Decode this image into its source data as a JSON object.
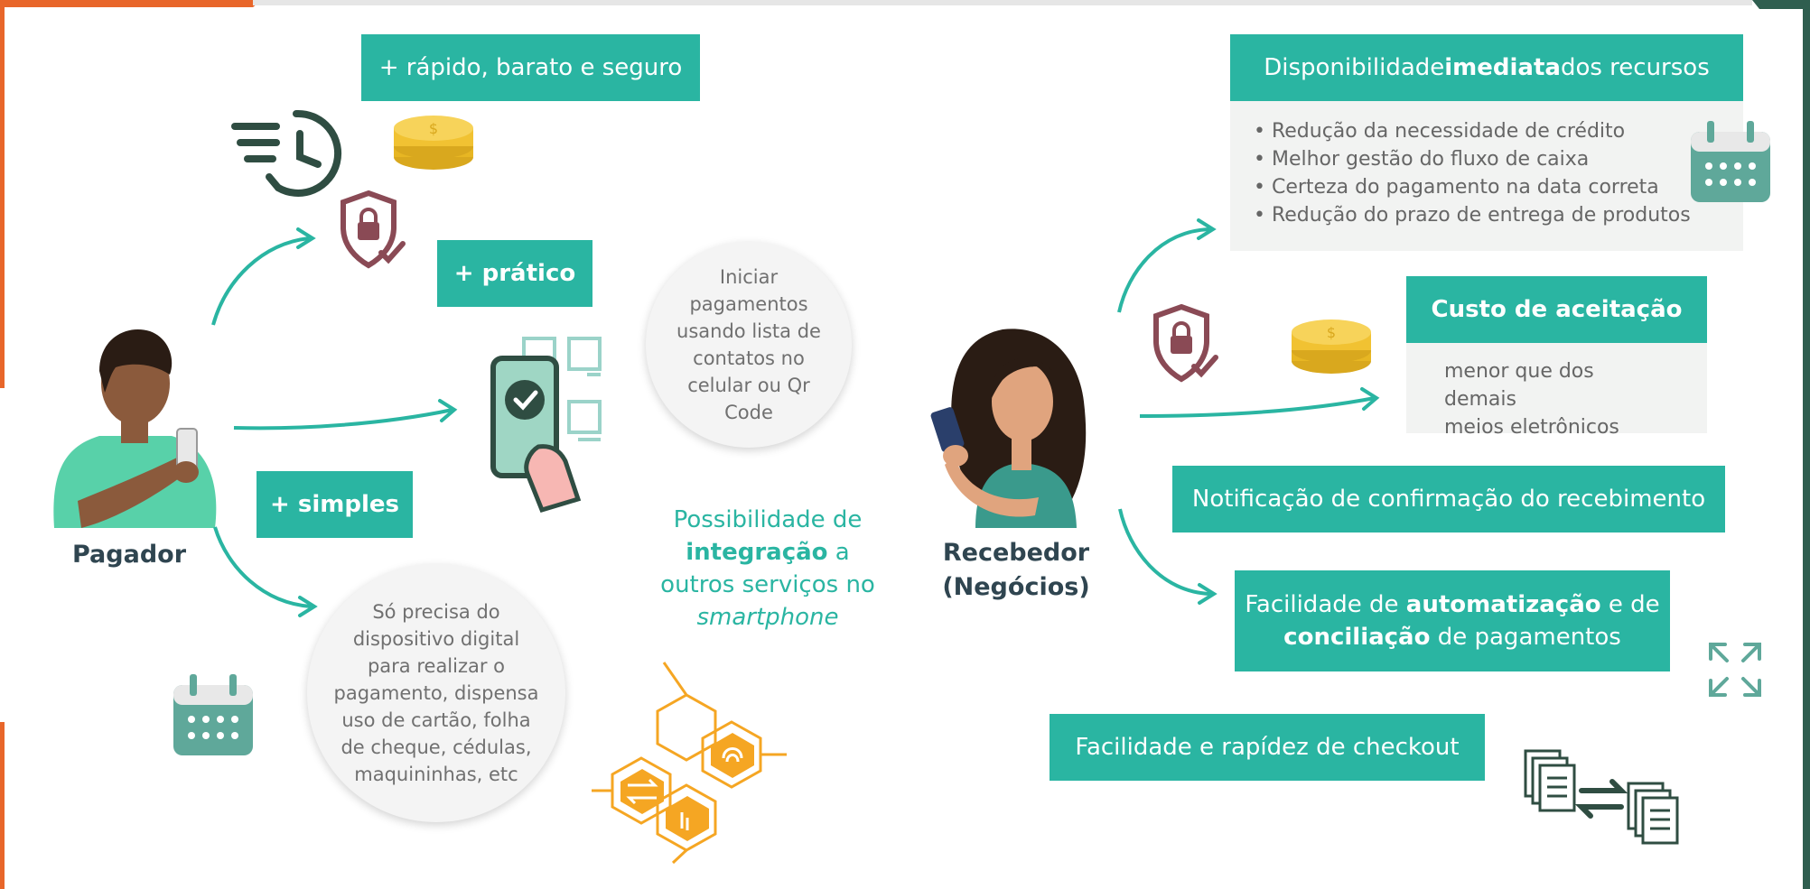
{
  "payer": {
    "label": "Pagador",
    "benefit_fast": "+ rápido, barato e seguro",
    "benefit_practical": "+ prático",
    "benefit_simple": "+ simples",
    "practical_note": "Iniciar pagamentos usando lista de contatos no celular ou Qr Code",
    "simple_note": "Só precisa do dispositivo digital para realizar o pagamento, dispensa uso de cartão, folha de cheque, cédulas, maquininhas, etc"
  },
  "integration": {
    "line1": "Possibilidade de",
    "bold": "integração",
    "line2_rest": " a",
    "line3": "outros serviços no",
    "italic": "smartphone"
  },
  "receiver": {
    "label_line1": "Recebedor",
    "label_line2": "(Negócios)",
    "availability": {
      "pre": "Disponibilidade ",
      "bold": "imediata",
      "post": " dos recursos",
      "bullets": [
        "• Redução da necessidade de crédito",
        "• Melhor gestão do fluxo de caixa",
        "• Certeza do pagamento na data correta",
        "• Redução do prazo de entrega de produtos"
      ]
    },
    "acceptance": {
      "title": "Custo de aceitação",
      "note_line1": "menor que dos demais",
      "note_line2": "meios eletrônicos"
    },
    "notification": "Notificação de confirmação do recebimento",
    "automation": {
      "pre": "Facilidade de ",
      "bold1": "automatização",
      "mid": " e de",
      "bold2": "conciliação",
      "post": " de pagamentos"
    },
    "checkout": "Facilidade e rapídez de checkout"
  },
  "colors": {
    "teal": "#2ab5a2",
    "dark_green": "#2f5e4f",
    "orange": "#f5a623",
    "maroon": "#8a4a55",
    "gold": "#f1c232",
    "frame_orange": "#e8662a"
  }
}
